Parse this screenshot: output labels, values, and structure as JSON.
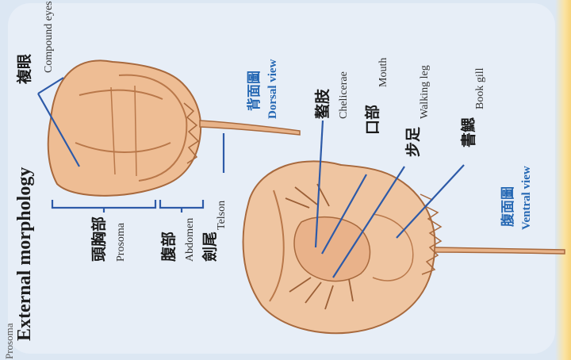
{
  "header_fragment": "Prosoma",
  "title": "External morphology",
  "dorsal": {
    "label_cn": "背面圖",
    "label_en": "Dorsal view"
  },
  "ventral": {
    "label_cn": "腹面圖",
    "label_en": "Ventral view"
  },
  "parts": {
    "compound_eyes": {
      "cn": "複眼",
      "en": "Compound eyes"
    },
    "prosoma": {
      "cn": "頭胸部",
      "en": "Prosoma"
    },
    "abdomen": {
      "cn": "腹部",
      "en": "Abdomen"
    },
    "telson": {
      "cn": "劍尾",
      "en": "Telson"
    },
    "chelicerae": {
      "cn": "螯肢",
      "en": "Chelicerae"
    },
    "mouth": {
      "cn": "口部",
      "en": "Mouth"
    },
    "walking_leg": {
      "cn": "步足",
      "en": "Walking leg"
    },
    "book_gill": {
      "cn": "書鰓",
      "en": "Book gill"
    }
  },
  "colors": {
    "line_blue": "#2d5aa8",
    "label_blue": "#2467b3",
    "crab_fill": "#e9b98f",
    "crab_stroke": "#a8693d"
  }
}
